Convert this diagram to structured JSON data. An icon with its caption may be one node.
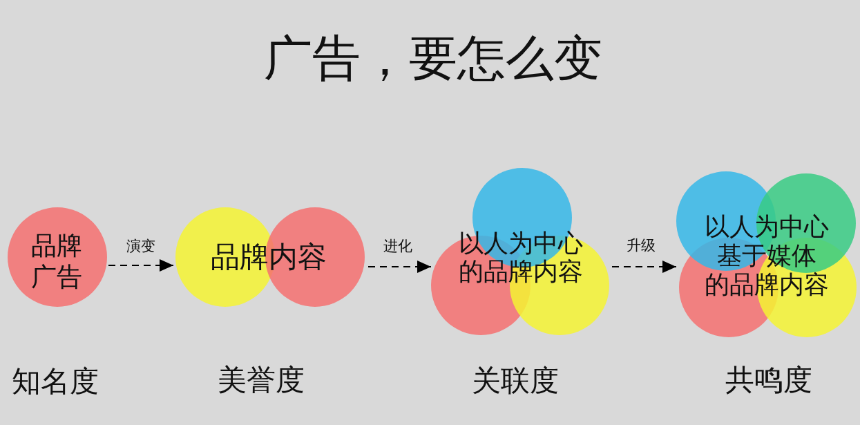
{
  "diagram": {
    "title": "广告，要怎么变",
    "nodes": [
      {
        "text": [
          "品牌广告"
        ],
        "beside": [
          "知名度"
        ]
      },
      {
        "text": [
          "品牌内容"
        ],
        "beside": [
          "美誉度"
        ]
      },
      {
        "text": [
          "以人为中心的品牌内容"
        ],
        "beside": [
          "关联度"
        ]
      },
      {
        "text": [
          "以人为中心基于媒体的品牌内容"
        ],
        "beside": [
          "共鸣度"
        ]
      }
    ],
    "edges": [
      {
        "from": 0,
        "to": 1,
        "arrow": "to",
        "label": "演变",
        "style": "dashed"
      },
      {
        "from": 1,
        "to": 2,
        "arrow": "to",
        "label": "进化",
        "style": "dashed"
      },
      {
        "from": 2,
        "to": 3,
        "arrow": "to",
        "label": "升级",
        "style": "dashed"
      }
    ]
  }
}
